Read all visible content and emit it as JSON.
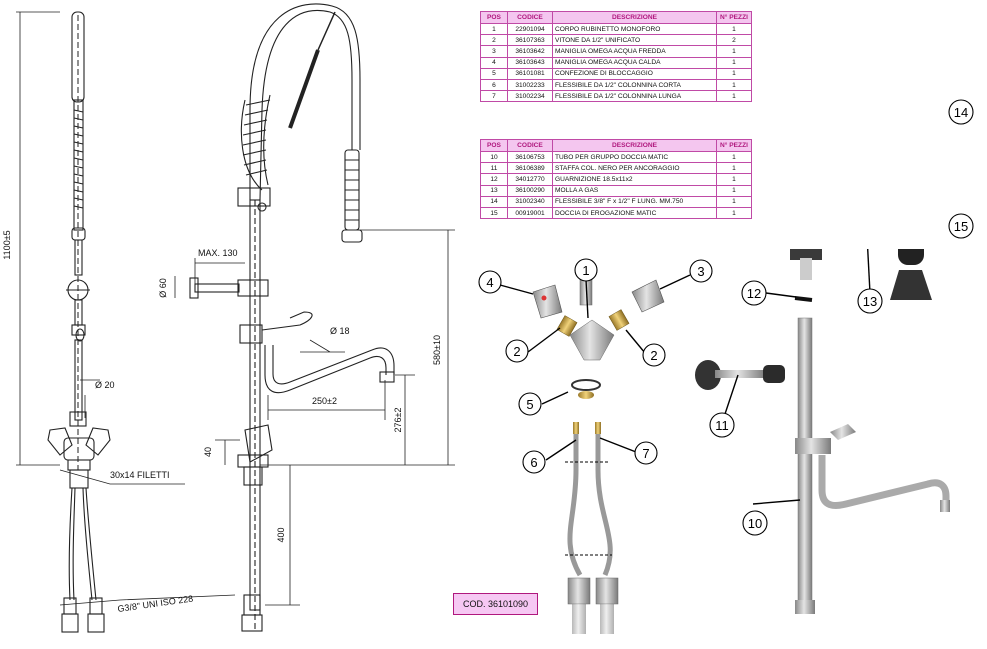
{
  "table1": {
    "headers": [
      "POS",
      "CODICE",
      "DESCRIZIONE",
      "N° PEZZI"
    ],
    "rows": [
      [
        "1",
        "22901094",
        "CORPO RUBINETTO MONOFORO",
        "1"
      ],
      [
        "2",
        "36107363",
        "VITONE DA 1/2\" UNIFICATO",
        "2"
      ],
      [
        "3",
        "36103642",
        "MANIGLIA OMEGA ACQUA FREDDA",
        "1"
      ],
      [
        "4",
        "36103643",
        "MANIGLIA OMEGA ACQUA CALDA",
        "1"
      ],
      [
        "5",
        "36101081",
        "CONFEZIONE DI BLOCCAGGIO",
        "1"
      ],
      [
        "6",
        "31002233",
        "FLESSIBILE DA 1/2\" COLONNINA CORTA",
        "1"
      ],
      [
        "7",
        "31002234",
        "FLESSIBILE DA 1/2\" COLONNINA LUNGA",
        "1"
      ]
    ]
  },
  "table2": {
    "headers": [
      "POS",
      "CODICE",
      "DESCRIZIONE",
      "N° PEZZI"
    ],
    "rows": [
      [
        "10",
        "36106753",
        "TUBO PER GRUPPO DOCCIA MATIC",
        "1"
      ],
      [
        "11",
        "36106389",
        "STAFFA COL. NERO PER ANCORAGGIO",
        "1"
      ],
      [
        "12",
        "34012770",
        "GUARNIZIONE 18.5x11x2",
        "1"
      ],
      [
        "13",
        "36100290",
        "MOLLA A GAS",
        "1"
      ],
      [
        "14",
        "31002340",
        "FLESSIBILE 3/8\" F x 1/2\" F LUNG. MM.750",
        "1"
      ],
      [
        "15",
        "00919001",
        "DOCCIA DI EROGAZIONE MATIC",
        "1"
      ]
    ]
  },
  "codice_label": "COD. 36101090",
  "dimensions": {
    "total_height": "1100±5",
    "max_130": "MAX. 130",
    "dia_60": "Ø 60",
    "dia_18": "Ø 18",
    "dia_20": "Ø 20",
    "h_580": "580±10",
    "w_250": "250±2",
    "h_276": "276±2",
    "h_40": "40",
    "h_400": "400",
    "thread": "30x14 FILETTI",
    "iso": "G3/8\" UNI ISO 228"
  },
  "callouts": [
    "1",
    "2",
    "3",
    "4",
    "5",
    "6",
    "7",
    "2",
    "10",
    "11",
    "12",
    "13",
    "14",
    "15"
  ],
  "colors": {
    "table_border": "#c04aa6",
    "table_header_bg": "#f4c6ef",
    "table_header_text": "#b0187e",
    "line": "#111111"
  }
}
